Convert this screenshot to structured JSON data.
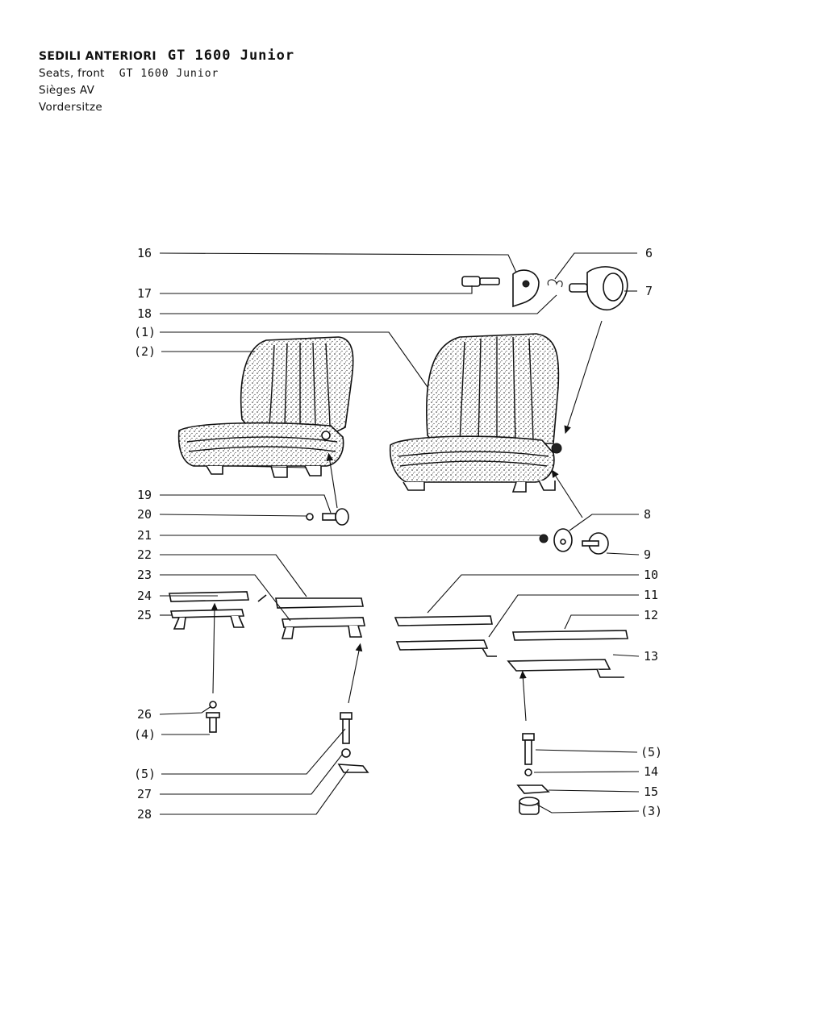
{
  "header": {
    "title_it": "SEDILI ANTERIORI",
    "model": "GT 1600 Junior",
    "title_en": "Seats, front",
    "title_fr": "Sièges AV",
    "title_de": "Vordersitze"
  },
  "callouts": {
    "c16": "16",
    "c17": "17",
    "c18": "18",
    "c1": "(1)",
    "c2": "(2)",
    "c19": "19",
    "c20": "20",
    "c21": "21",
    "c22": "22",
    "c23": "23",
    "c24": "24",
    "c25": "25",
    "c26": "26",
    "c4": "(4)",
    "c5a": "(5)",
    "c27": "27",
    "c28": "28",
    "c6": "6",
    "c7": "7",
    "c8": "8",
    "c9": "9",
    "c10": "10",
    "c11": "11",
    "c12": "12",
    "c13": "13",
    "c5b": "(5)",
    "c14": "14",
    "c15": "15",
    "c3": "(3)"
  }
}
